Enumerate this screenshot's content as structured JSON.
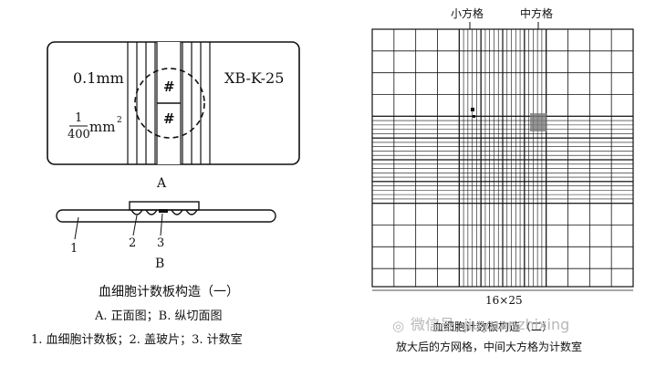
{
  "left_figure": {
    "slide_left_value": "0.1mm",
    "slide_left_frac_num": "1",
    "slide_left_frac_den": "400",
    "slide_left_unit": "mm",
    "slide_left_exp": "2",
    "slide_right_code": "XB-K-25",
    "hash_symbol": "#",
    "label_a": "A",
    "label_b": "B",
    "callout_1": "1",
    "callout_2": "2",
    "callout_3": "3",
    "caption_title": "血细胞计数板构造（一）",
    "caption_line2": "A. 正面图；B. 纵切面图",
    "caption_line3": "1. 血细胞计数板；2. 盖玻片；3. 计数室"
  },
  "right_figure": {
    "label_small_square": "小方格",
    "label_medium_square": "中方格",
    "grid_caption": "16×25",
    "caption_title": "血细胞计数板构造（二）",
    "caption_line2": "放大后的方网格，中间大方格为计数室"
  },
  "watermark": {
    "text": "微信号: jiuyuanzhixing"
  },
  "colors": {
    "ink": "#111111",
    "watermark": "#b8b8b8",
    "shade": "#7a7a7a"
  }
}
